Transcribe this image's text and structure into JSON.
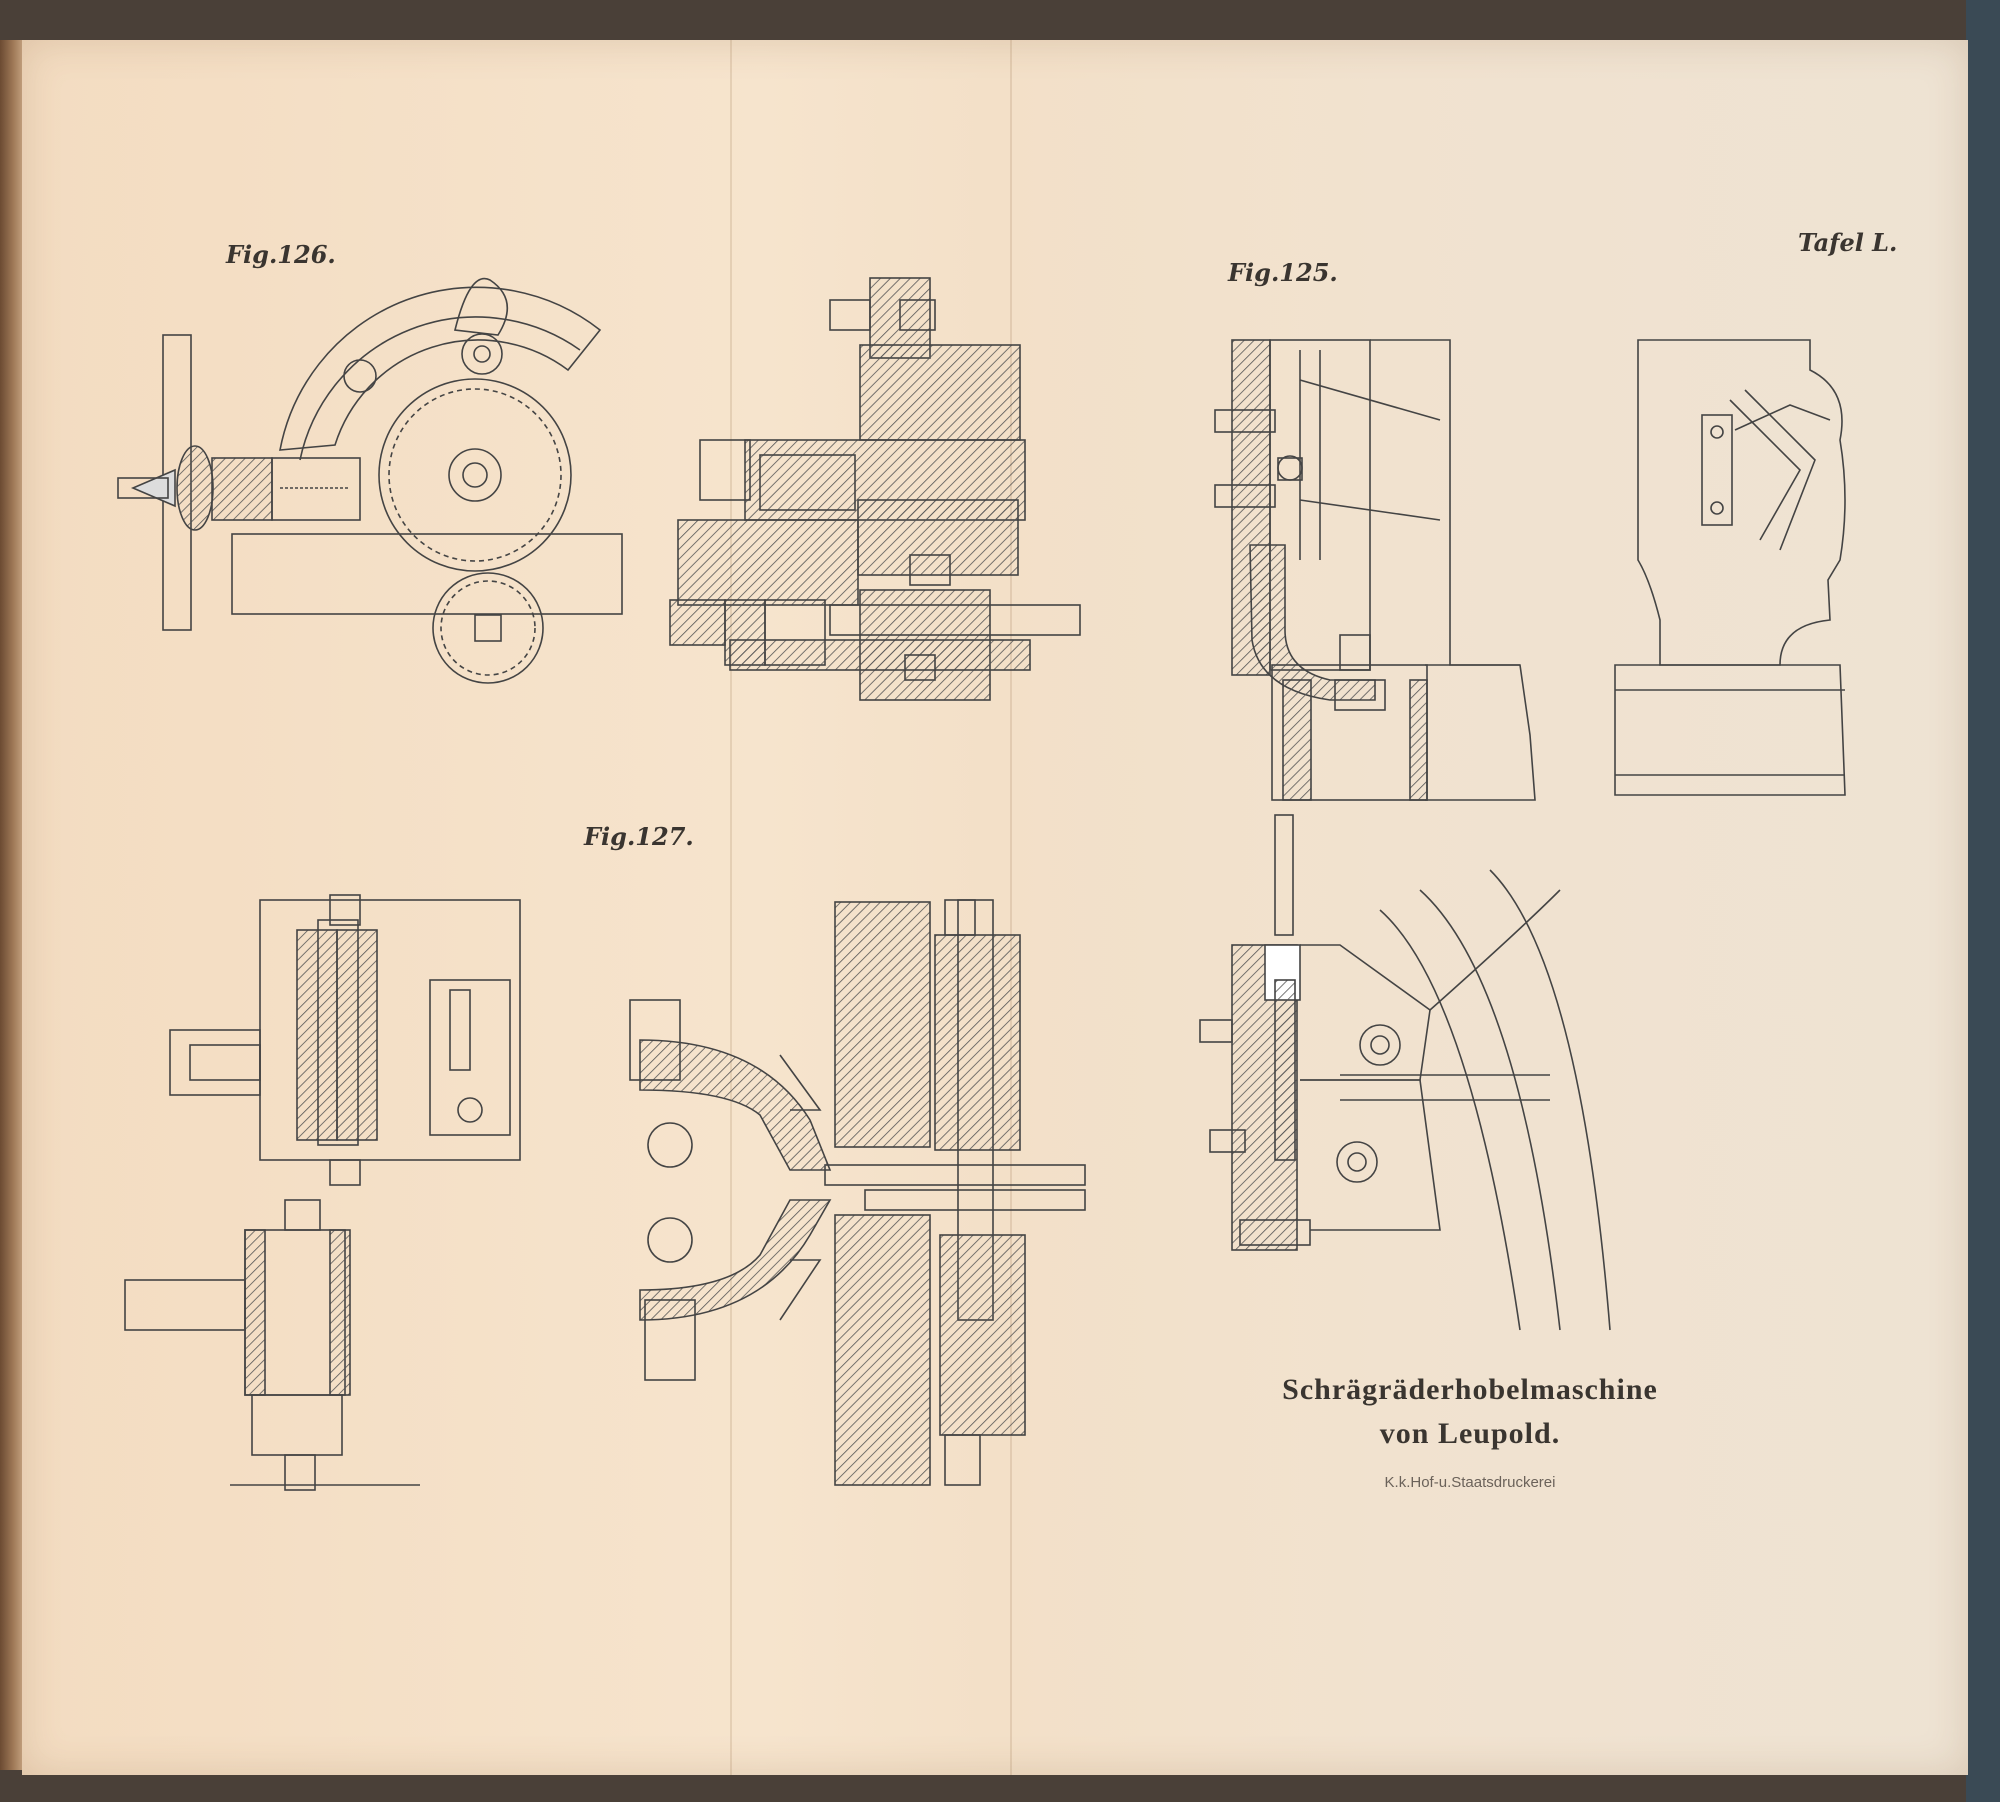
{
  "plate": {
    "label": "Tafel L.",
    "title_line1": "Schrägräderhobelmaschine",
    "title_line2": "von Leupold.",
    "printer": "K.k.Hof-u.Staatsdruckerei"
  },
  "figures": [
    {
      "id": "fig-126",
      "label": "Fig.126."
    },
    {
      "id": "fig-125",
      "label": "Fig.125."
    },
    {
      "id": "fig-127",
      "label": "Fig.127."
    }
  ]
}
